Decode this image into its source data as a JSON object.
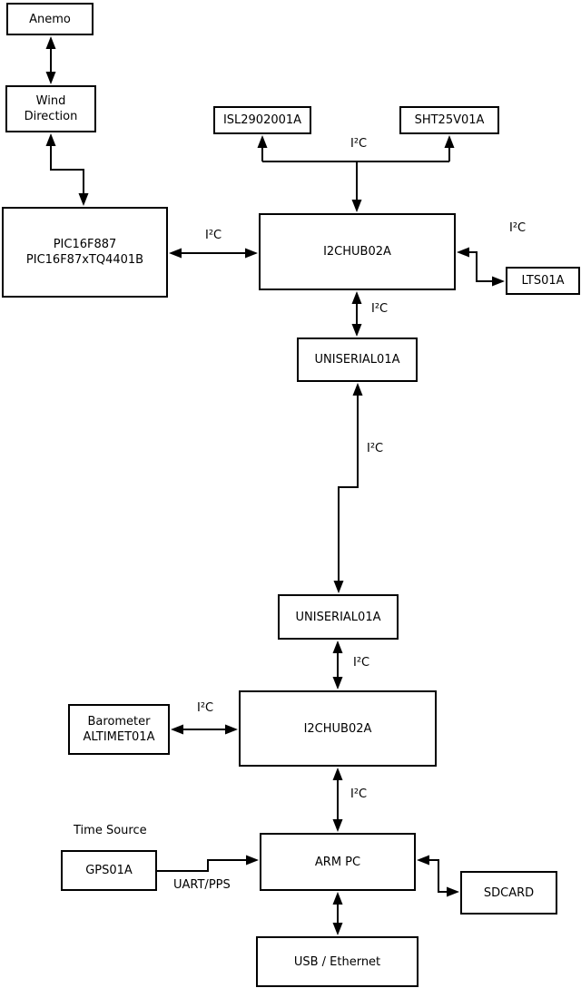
{
  "diagram": {
    "background_color": "#ffffff",
    "line_color": "#000000",
    "text_color": "#000000"
  },
  "nodes": {
    "anemo": {
      "lines": [
        "Anemo"
      ]
    },
    "wind": {
      "lines": [
        "Wind",
        "Direction"
      ]
    },
    "pic": {
      "lines": [
        "PIC16F887",
        "PIC16F87xTQ4401B"
      ]
    },
    "isl": {
      "lines": [
        "ISL2902001A"
      ]
    },
    "sht": {
      "lines": [
        "SHT25V01A"
      ]
    },
    "hub1": {
      "lines": [
        "I2CHUB02A"
      ]
    },
    "lts": {
      "lines": [
        "LTS01A"
      ]
    },
    "uniserial1": {
      "lines": [
        "UNISERIAL01A"
      ]
    },
    "uniserial2": {
      "lines": [
        "UNISERIAL01A"
      ]
    },
    "hub2": {
      "lines": [
        "I2CHUB02A"
      ]
    },
    "barometer": {
      "lines": [
        "Barometer",
        "ALTIMET01A"
      ]
    },
    "gps": {
      "lines": [
        "GPS01A"
      ]
    },
    "arm_pc": {
      "lines": [
        "ARM PC"
      ]
    },
    "sdcard": {
      "lines": [
        "SDCARD"
      ]
    },
    "usb_ethernet": {
      "lines": [
        "USB / Ethernet"
      ]
    }
  },
  "edge_labels": {
    "i2c_sensor_bus": "I²C",
    "i2c_pic_hub1": "I²C",
    "i2c_hub1_lts": "I²C",
    "i2c_hub1_uniserial1": "I²C",
    "i2c_long_link": "I²C",
    "i2c_uniserial2_hub2": "I²C",
    "i2c_baro_hub2": "I²C",
    "i2c_hub2_armpc": "I²C",
    "uart_pps": "UART/PPS",
    "time_source": "Time Source"
  }
}
